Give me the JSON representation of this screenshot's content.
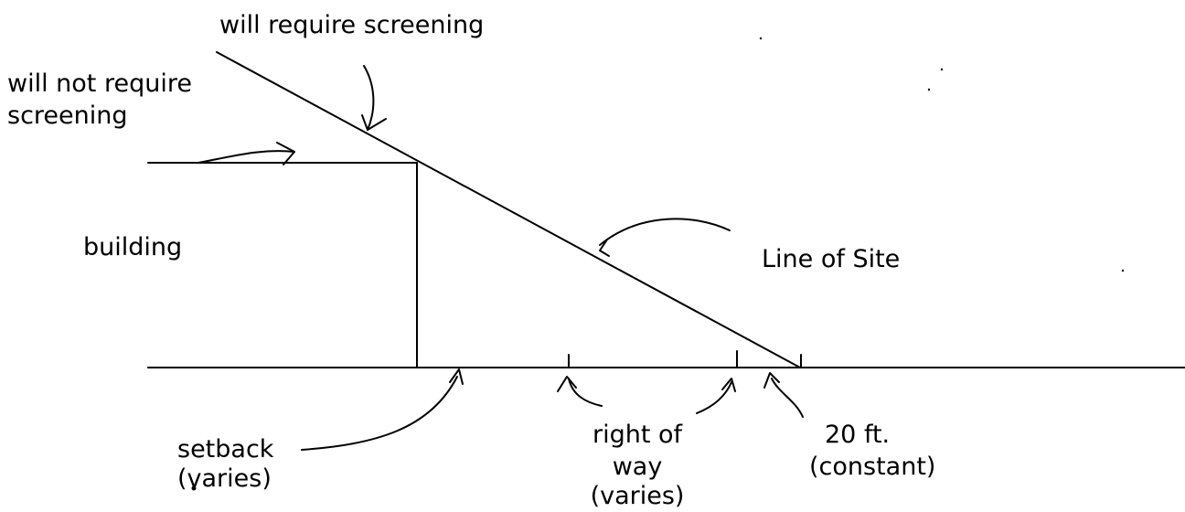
{
  "diagram": {
    "labels": {
      "will_require": "will require screening",
      "will_not_require_line1": "will not require",
      "will_not_require_line2": "screening",
      "building": "building",
      "line_of_site": "Line of Site",
      "setback_line1": "setback",
      "setback_line2": "(varies)",
      "right_of_way_line1": "right of",
      "right_of_way_line2": "way",
      "right_of_way_line3": "(varies)",
      "twenty_ft_line1": "20 ft.",
      "twenty_ft_line2": "(constant)"
    }
  }
}
